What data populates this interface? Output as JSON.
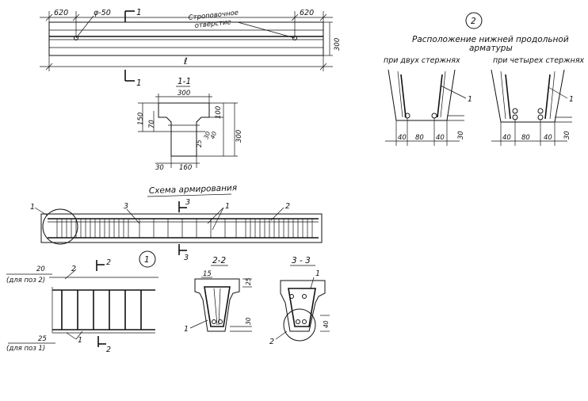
{
  "top_beam": {
    "dim_left": "620",
    "hole_diameter": "φ-50",
    "section_mark": "1",
    "lifting_hole_label_1": "Строповочное",
    "lifting_hole_label_2": "отверстие",
    "dim_right": "620",
    "height": "300",
    "length": "ℓ",
    "section_mark_bottom": "1"
  },
  "section_1_1": {
    "title": "1-1",
    "top_width": "300",
    "dim_150": "150",
    "dim_70": "70",
    "dim_100": "100",
    "dim_30": "30",
    "dim_40": "40",
    "dim_25": "25",
    "total_height": "300",
    "bottom_30": "30",
    "bottom_width": "160"
  },
  "detail_2": {
    "marker": "2",
    "title_1": "Расположение нижней продольной",
    "title_2": "арматуры",
    "case_two": "при двух стержнях",
    "case_four": "при четырех стержнях",
    "leader": "1",
    "leader_b": "1",
    "dims_a": [
      "40",
      "80",
      "40"
    ],
    "dims_b": [
      "40",
      "80",
      "40"
    ],
    "side_a": "30",
    "side_b": "30"
  },
  "reinforcement_scheme": {
    "title": "Схема армирования",
    "label_1": "1",
    "label_3": "3",
    "section_3": "3",
    "label_1b": "1",
    "label_2": "2",
    "section_3_bottom": "3"
  },
  "detail_1": {
    "marker": "1",
    "dim_20": "20",
    "note_pos2": "(для поз 2)",
    "label_2": "2",
    "section_2": "2",
    "dim_25": "25",
    "note_pos1": "(для поз 1)",
    "label_1": "1",
    "section_2_bottom": "2"
  },
  "section_2_2": {
    "title": "2-2",
    "dim_15": "15",
    "dim_25": "25",
    "dim_30": "30",
    "label_1": "1"
  },
  "section_3_3": {
    "title": "3 - 3",
    "label_1": "1",
    "dim_40": "40",
    "label_2": "2"
  }
}
